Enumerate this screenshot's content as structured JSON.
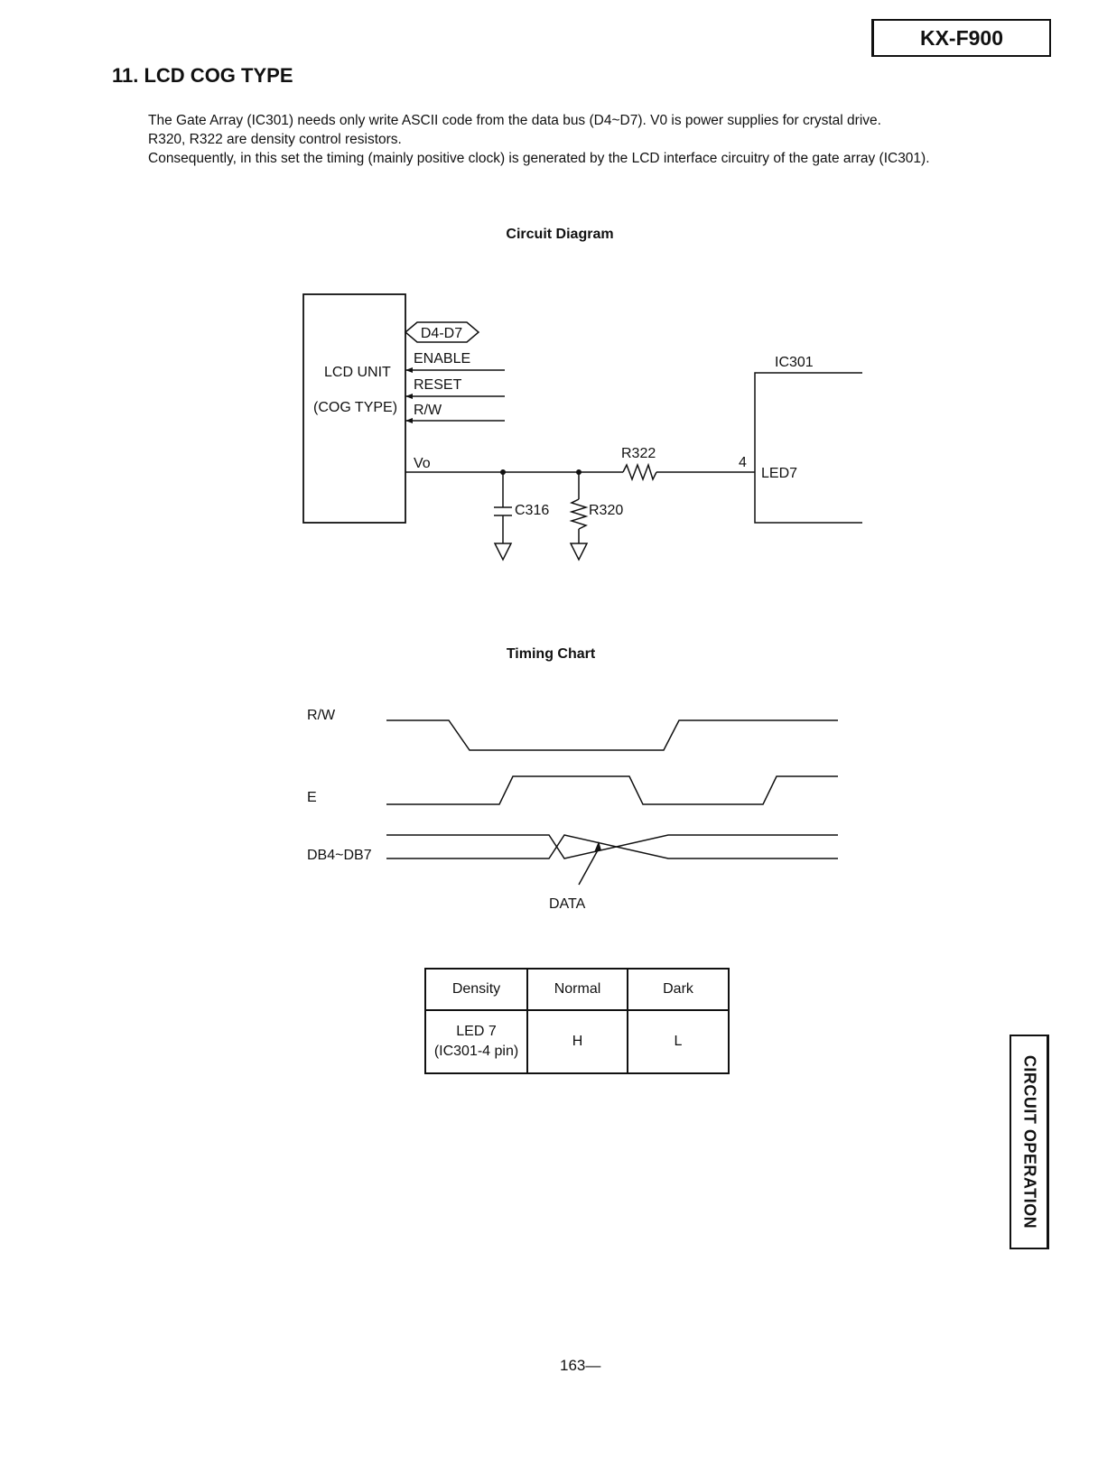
{
  "header": {
    "model": "KX-F900"
  },
  "section": {
    "title": "11. LCD COG TYPE"
  },
  "intro": {
    "p1": "The Gate Array (IC301) needs only write ASCII code from the data bus (D4~D7). V0 is power supplies for crystal drive.",
    "p2": "R320, R322 are density control resistors.",
    "p3": "Consequently, in this set the timing (mainly positive clock) is generated by the LCD interface circuitry of the gate array (IC301)."
  },
  "circuit": {
    "caption": "Circuit Diagram",
    "lcd_unit": "LCD UNIT",
    "cog_type": "(COG TYPE)",
    "bus": "D4-D7",
    "enable": "ENABLE",
    "reset": "RESET",
    "rw": "R/W",
    "vo": "Vo",
    "c316": "C316",
    "r320": "R320",
    "r322": "R322",
    "ic301": "IC301",
    "pin": "4",
    "led7": "LED7"
  },
  "timing": {
    "caption": "Timing Chart",
    "rw": "R/W",
    "e": "E",
    "db": "DB4~DB7",
    "data": "DATA"
  },
  "table": {
    "headers": [
      "Density",
      "Normal",
      "Dark"
    ],
    "row_label_1": "LED 7",
    "row_label_2": "(IC301-4 pin)",
    "normal": "H",
    "dark": "L"
  },
  "sidebar": {
    "tab": "CIRCUIT OPERATION"
  },
  "footer": {
    "page": "163—"
  }
}
